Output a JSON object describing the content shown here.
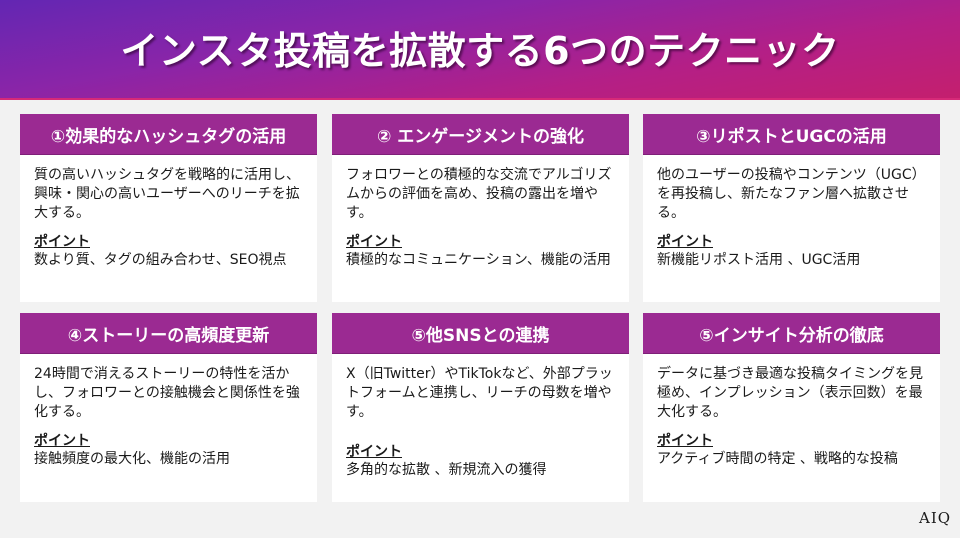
{
  "title": "インスタ投稿を拡散する6つのテクニック",
  "point_label": "ポイント",
  "cards": [
    {
      "heading": "①効果的なハッシュタグの活用",
      "description": "質の高いハッシュタグを戦略的に活用し、興味・関心の高いユーザーへのリーチを拡大する。",
      "point_label": "ポイント",
      "point": "数より質、タグの組み合わせ、SEO視点"
    },
    {
      "heading": "② エンゲージメントの強化",
      "description": "フォロワーとの積極的な交流でアルゴリズムからの評価を高め、投稿の露出を増やす。",
      "point_label": "ポイント",
      "point": "積極的なコミュニケーション、機能の活用"
    },
    {
      "heading": "③リポストとUGCの活用",
      "description": "他のユーザーの投稿やコンテンツ（UGC）を再投稿し、新たなファン層へ拡散させる。",
      "point_label": "ポイント",
      "point": "新機能リポスト活用 、UGC活用"
    },
    {
      "heading": "④ストーリーの高頻度更新",
      "description": "24時間で消えるストーリーの特性を活かし、フォロワーとの接触機会と関係性を強化する。",
      "point_label": "ポイント",
      "point": "接触頻度の最大化、機能の活用"
    },
    {
      "heading": "⑤他SNSとの連携",
      "description": "X（旧Twitter）やTikTokなど、外部プラットフォームと連携し、リーチの母数を増やす。",
      "point_label": "ポイント",
      "point": "多角的な拡散 、新規流入の獲得"
    },
    {
      "heading": "⑤インサイト分析の徹底",
      "description": "データに基づき最適な投稿タイミングを見極め、インプレッション（表示回数）を最大化する。",
      "point_label": "ポイント",
      "point": "アクティブ時間の特定 、戦略的な投稿"
    }
  ],
  "logo": "AIQ",
  "colors": {
    "header_gradient_start": "#6326b3",
    "header_gradient_end": "#c41f6e",
    "card_header": "#9b2a92",
    "background": "#f2f2f2"
  }
}
